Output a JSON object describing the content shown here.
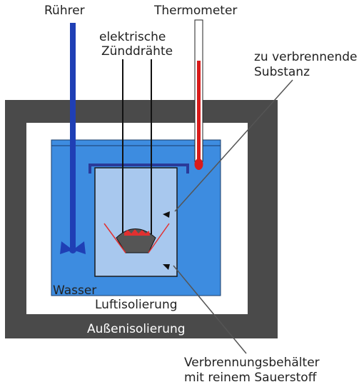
{
  "labels": {
    "stirrer": "Rührer",
    "thermometer": "Thermometer",
    "wires_line1": "elektrische",
    "wires_line2": "Zünddrähte",
    "substance_line1": "zu verbrennende",
    "substance_line2": "Substanz",
    "water": "Wasser",
    "air_insulation": "Luftisolierung",
    "outer_insulation": "Außenisolierung",
    "vessel_line1": "Verbrennungsbehälter",
    "vessel_line2": "mit reinem Sauerstoff"
  },
  "colors": {
    "outer_insulation": "#4a4a4a",
    "air_gap": "#ffffff",
    "water": "#3d8ce0",
    "vessel": "#a8c8ee",
    "stirrer": "#1f3fb5",
    "thermometer_liquid": "#d81b1b",
    "lid": "#2a3a9a",
    "crucible": "#555555",
    "flame": "#e23030"
  }
}
